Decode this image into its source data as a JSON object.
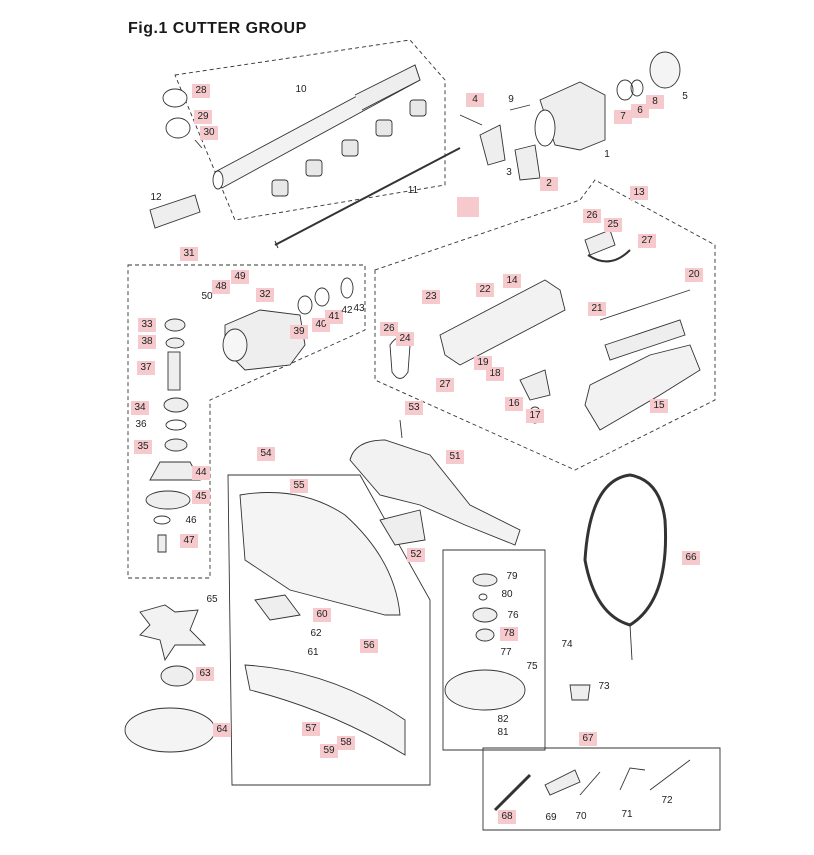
{
  "title": "Fig.1  CUTTER GROUP",
  "labels": {
    "l1": "1",
    "l2": "2",
    "l3": "3",
    "l4": "4",
    "l5": "5",
    "l6": "6",
    "l7": "7",
    "l8": "8",
    "l9": "9",
    "l10": "10",
    "l11": "11",
    "l12": "12",
    "l13": "13",
    "l14": "14",
    "l15": "15",
    "l16": "16",
    "l17": "17",
    "l18": "18",
    "l19": "19",
    "l20": "20",
    "l21": "21",
    "l22": "22",
    "l23": "23",
    "l24": "24",
    "l25": "25",
    "l26a": "26",
    "l26b": "26",
    "l27a": "27",
    "l27b": "27",
    "l28": "28",
    "l29": "29",
    "l30": "30",
    "l31": "31",
    "l32": "32",
    "l33": "33",
    "l34": "34",
    "l35": "35",
    "l36": "36",
    "l37": "37",
    "l38": "38",
    "l39": "39",
    "l40": "40",
    "l41": "41",
    "l42": "42",
    "l43": "43",
    "l44": "44",
    "l45": "45",
    "l46": "46",
    "l47": "47",
    "l48": "48",
    "l49": "49",
    "l50": "50",
    "l51": "51",
    "l52": "52",
    "l53": "53",
    "l54": "54",
    "l55": "55",
    "l56": "56",
    "l57": "57",
    "l58": "58",
    "l59": "59",
    "l60": "60",
    "l61": "61",
    "l62": "62",
    "l63": "63",
    "l64": "64",
    "l65": "65",
    "l66": "66",
    "l67": "67",
    "l68": "68",
    "l69": "69",
    "l70": "70",
    "l71": "71",
    "l72": "72",
    "l73": "73",
    "l74": "74",
    "l75": "75",
    "l76": "76",
    "l77": "77",
    "l78": "78",
    "l79": "79",
    "l80": "80",
    "l81": "81",
    "l82": "82"
  }
}
